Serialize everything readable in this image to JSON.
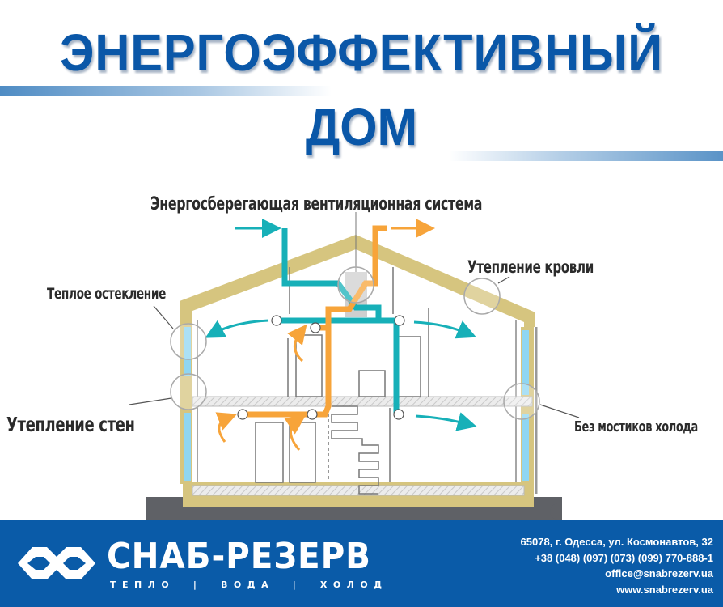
{
  "header": {
    "title_line1": "ЭНЕРГОЭФФЕКТИВНЫЙ",
    "title_line2": "ДОМ"
  },
  "diagram": {
    "labels": {
      "ventilation": "Энергосберегающая вентиляционная система",
      "glazing": "Теплое остекление",
      "roof_insulation": "Утепление кровли",
      "wall_insulation": "Утепление стен",
      "no_cold_bridges": "Без мостиков холода"
    },
    "colors": {
      "insulation": "#d6c57f",
      "fresh_air": "#17b0b8",
      "exhaust_air": "#f7a43a",
      "glass": "#8fd6f2",
      "ground": "#5f6166",
      "slab": "#e4e4e4"
    }
  },
  "footer": {
    "brand": "СНАБ-РЕЗЕРВ",
    "slogan": "ТЕПЛО  |  ВОДА  |  ХОЛОД",
    "address": "65078, г. Одесса, ул. Космонавтов, 32",
    "phones": "+38 (048) (097) (073) (099) 770-888-1",
    "email": "office@snabrezerv.ua",
    "website": "www.snabrezerv.ua",
    "background": "#0a5ba8"
  }
}
